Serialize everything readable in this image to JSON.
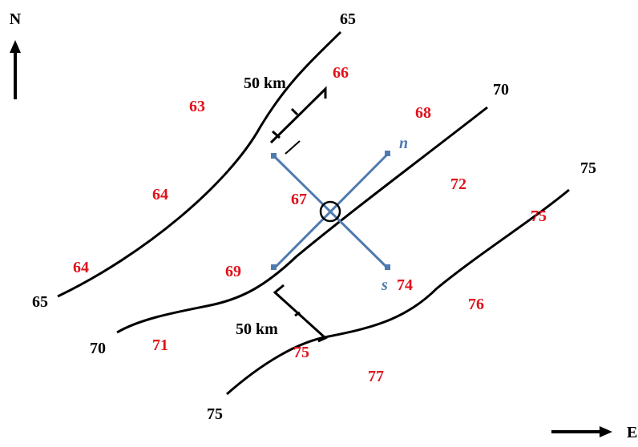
{
  "colors": {
    "contour": "#000000",
    "value": "#e0121b",
    "axis": "#4f7ab0"
  },
  "compass": {
    "north": "N",
    "east": "E"
  },
  "contours": {
    "c65": {
      "top_label": "65",
      "bottom_label": "65"
    },
    "c70": {
      "top_label": "70",
      "bottom_label": "70"
    },
    "c75": {
      "top_label": "75",
      "bottom_label": "75"
    }
  },
  "scale_bars": {
    "upper": "50 km",
    "lower": "50 km"
  },
  "axes": {
    "n": "n",
    "s": "s"
  },
  "values": {
    "v63": "63",
    "v64a": "64",
    "v64b": "64",
    "v66": "66",
    "v67": "67",
    "v68": "68",
    "v69": "69",
    "v71": "71",
    "v72": "72",
    "v74": "74",
    "v75a": "75",
    "v75b": "75",
    "v76": "76",
    "v77": "77"
  }
}
